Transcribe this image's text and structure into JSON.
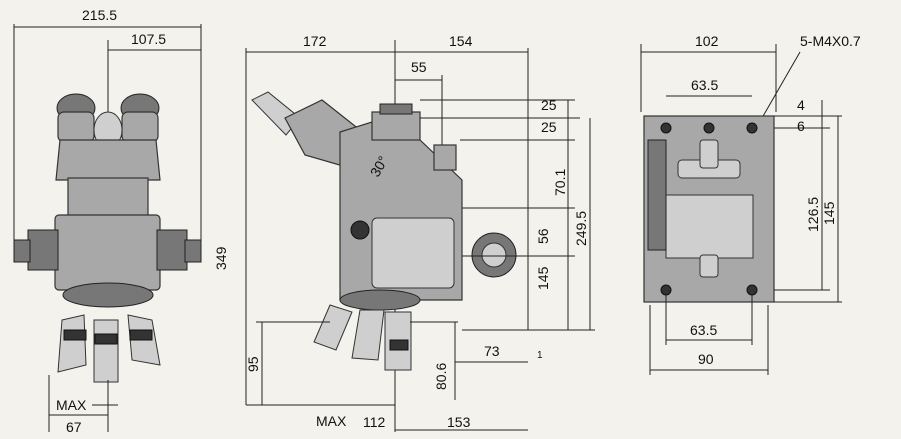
{
  "front_view": {
    "dim_width_total": "215.5",
    "dim_width_half": "107.5",
    "dim_height": "349",
    "label_max": "MAX",
    "dim_bottom": "67"
  },
  "side_view": {
    "dim_left": "172",
    "dim_right": "154",
    "dim_55": "55",
    "dim_25a": "25",
    "dim_25b": "25",
    "dim_30deg": "30°",
    "dim_70_1": "70.1",
    "dim_249_5": "249.5",
    "dim_56": "56",
    "dim_145": "145",
    "dim_95": "95",
    "dim_80_6": "80.6",
    "dim_73": "73",
    "dim_1": "1",
    "label_max": "MAX",
    "dim_112": "112",
    "dim_153": "153"
  },
  "mount_view": {
    "dim_102": "102",
    "dim_screw": "5-M4X0.7",
    "dim_63_5_top": "63.5",
    "dim_6": "6",
    "dim_4": "4",
    "dim_126_5": "126.5",
    "dim_145": "145",
    "dim_63_5_bottom": "63.5",
    "dim_90": "90"
  }
}
